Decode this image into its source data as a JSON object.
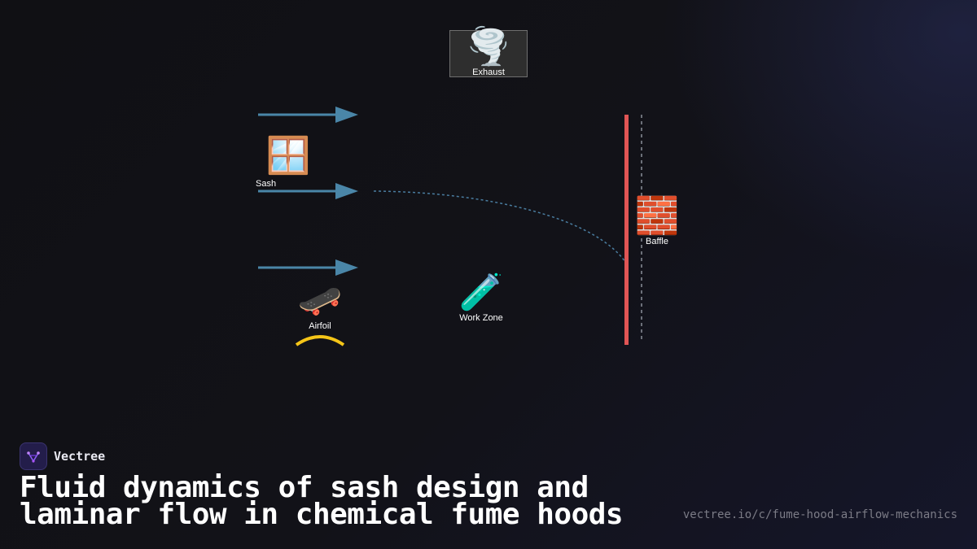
{
  "diagram": {
    "nodes": {
      "exhaust": {
        "icon": "🌪️",
        "label": "Exhaust"
      },
      "sash": {
        "icon": "🪟",
        "label": "Sash"
      },
      "baffle": {
        "icon": "🧱",
        "label": "Baffle"
      },
      "work_zone": {
        "icon": "🧪",
        "label": "Work Zone"
      },
      "airfoil": {
        "icon": "🛹",
        "label": "Airfoil"
      }
    },
    "colors": {
      "flow_arrow": "#4a86a8",
      "baffle_wall": "#e05555",
      "dashed_guide": "#8a8f99",
      "airfoil_arc": "#f5c518",
      "exhaust_box": "#2e2e2e"
    }
  },
  "footer": {
    "brand_name": "Vectree",
    "brand_icon": "vectree-logo-icon",
    "title": "Fluid dynamics of sash design and laminar flow in chemical fume hoods",
    "url": "vectree.io/c/fume-hood-airflow-mechanics"
  }
}
